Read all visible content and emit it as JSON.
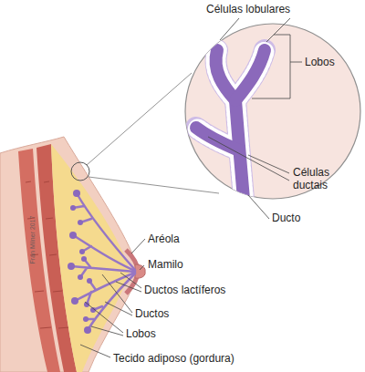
{
  "diagram": {
    "labels": [
      "Células lobulares",
      "Lobos",
      "Células ductais",
      "Ducto",
      "Aréola",
      "Mamilo",
      "Ductos lactíferos",
      "Ductos",
      "Lobos",
      "Tecido adiposo (gordura)",
      "Fran Milner 2017"
    ]
  }
}
